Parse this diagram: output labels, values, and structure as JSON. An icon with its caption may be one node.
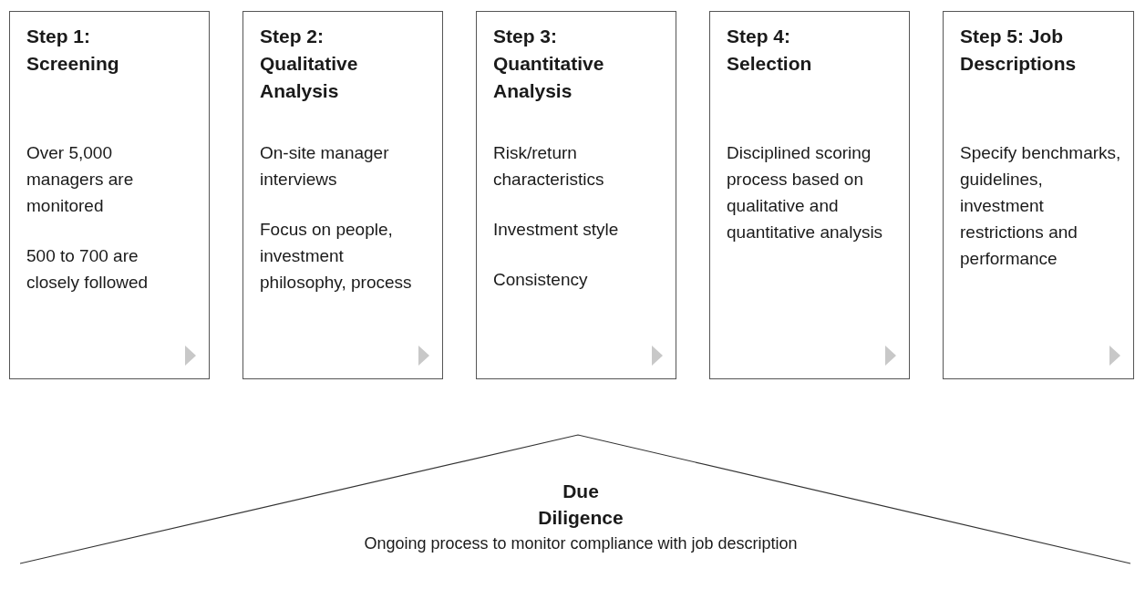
{
  "diagram": {
    "nodes": [
      {
        "text": [
          "Step 1: Screening",
          "Over 5,000 managers are monitored",
          "500 to 700 are closely followed"
        ]
      },
      {
        "text": [
          "Step 2: Qualitative Analysis",
          "On-site manager interviews",
          "Focus on people, investment philosophy, process"
        ]
      },
      {
        "text": [
          "Step 3: Quantitative Analysis",
          "Risk/return characteristics",
          "Investment style",
          "Consistency"
        ]
      },
      {
        "text": [
          "Step 4: Selection",
          "Disciplined scoring process based on qualitative and quantitative analysis"
        ]
      },
      {
        "text": [
          "Step 5: Job Descriptions",
          "Specify benchmarks, guidelines, investment restrictions and performance"
        ]
      },
      {
        "text": [
          "Due Diligence",
          "Ongoing process to monitor compliance with job description"
        ]
      }
    ]
  }
}
